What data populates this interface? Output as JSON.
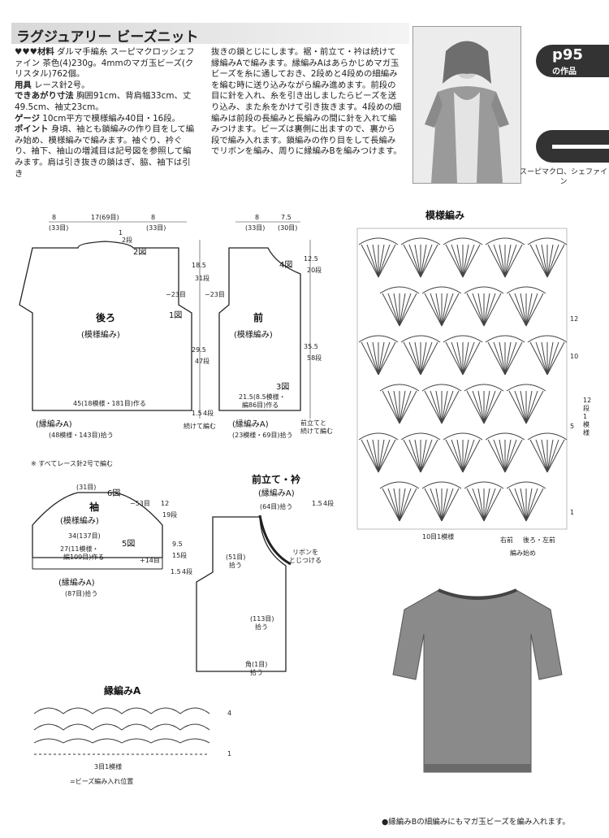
{
  "header": {
    "title": "ラグジュアリー ビーズニット"
  },
  "intro_left": [
    {
      "label": "♥♥♥材料",
      "text": "ダルマ手編糸 スーピマクロッシェファイン 茶色(4)230g。4mmのマガ玉ビーズ(クリスタル)762個。"
    },
    {
      "label": "用具",
      "text": "レース針2号。"
    },
    {
      "label": "できあがり寸法",
      "text": "胸囲91cm、背肩幅33cm、丈49.5cm、袖丈23cm。"
    },
    {
      "label": "ゲージ",
      "text": "10cm平方で模様編み40目・16段。"
    },
    {
      "label": "ポイント",
      "text": "身頃、袖とも鎖編みの作り目をして編み始め、模様編みで編みます。袖ぐり、衿ぐり、袖下、袖山の増減目は記号図を参照して編みます。肩は引き抜きの鎖はぎ、脇、袖下は引き"
    }
  ],
  "intro_right": "抜きの鎖とじにします。裾・前立て・衿は続けて縁編みAで編みます。縁編みAはあらかじめマガ玉ビーズを糸に通しておき、2段めと4段めの細編みを編む時に送り込みながら編み進めます。前段の目に針を入れ、糸を引き出しましたらビーズを送り込み、また糸をかけて引き抜きます。4段めの細編みは前段の長編みと長編みの間に針を入れて編みつけます。ビーズは裏側に出ますので、裏から段で編み入れます。鎖編みの作り目をして長編みでリボンを編み、周りに縁編みBを編みつけます。",
  "side_tab": {
    "page": "p95",
    "label": "の作品"
  },
  "yarn_label": "スーピマクロ、シェファイン",
  "back": {
    "title": "後ろ",
    "subtitle": "(模様編み)",
    "fig1": "1図",
    "fig2": "2図",
    "top_left": "8",
    "top_left_sub": "(33目)",
    "top_mid": "17(69目)",
    "top_right": "8",
    "top_right_sub": "(33目)",
    "neck_1": "1",
    "neck_2": "2段",
    "side_23": "−23目",
    "h1": "18.5",
    "h1b": "31段",
    "h2": "29.5",
    "h2b": "47段",
    "h3": "1.5",
    "h3b": "4段",
    "bottom_inner": "45(18模様・181目)作る",
    "edge": "(縁編みA)",
    "bottom": "(48模様・143目)拾う",
    "join": "続けて編む"
  },
  "front": {
    "title": "前",
    "subtitle": "(模様編み)",
    "fig3": "3図",
    "fig4": "4図",
    "top_left": "8",
    "top_left_sub": "(33目)",
    "top_right": "7.5",
    "top_right_sub": "(30目)",
    "side_23": "−23目",
    "h1": "12.5",
    "h1b": "20段",
    "h2": "35.5",
    "h2b": "58段",
    "bottom_inner_a": "21.5(8.5模様・",
    "bottom_inner_b": "編86目)作る",
    "edge": "(縁編みA)",
    "bottom": "(23模様・69目)拾う",
    "join_a": "前立てと",
    "join_b": "続けて編む"
  },
  "all_note": "※ すべてレース針2号で編む",
  "sleeve": {
    "title": "袖",
    "subtitle": "(模様編み)",
    "fig5": "5図",
    "fig6": "6図",
    "top": "(31目)",
    "minus53": "−53目",
    "mid": "34(137目)",
    "inner_a": "27(11模様・",
    "inner_b": "編109目)作る",
    "h1": "12",
    "h1b": "19段",
    "h2": "9.5",
    "h2b": "15段",
    "h3": "1.5",
    "h3b": "4段",
    "plus14": "+14目",
    "edge": "(縁編みA)",
    "bottom": "(87目)拾う"
  },
  "placket": {
    "title": "前立て・衿",
    "subtitle": "(縁編みA)",
    "top": "(64目)拾う",
    "h": "1.5",
    "hb": "4段",
    "a": "(51目)",
    "a2": "拾う",
    "ribbon_a": "リボンを",
    "ribbon_b": "とじつける",
    "b": "(113目)",
    "b2": "拾う",
    "c": "角(1目)",
    "c2": "拾う"
  },
  "pattern": {
    "title": "模様編み",
    "repeat": "10目1模様",
    "rows": [
      "12",
      "10",
      "5",
      "1"
    ],
    "row_note": [
      "12",
      "段",
      "1",
      "模",
      "様"
    ],
    "bottom_a": "右前",
    "bottom_b": "後ろ・左前",
    "start": "編み始め"
  },
  "edging": {
    "title": "縁編みA",
    "rows": [
      "4",
      "1"
    ],
    "repeat": "3目1模様",
    "bead_note": "=ビーズ編み入れ位置"
  },
  "footnote": "●縁編みBの細編みにもマガ玉ビーズを編み入れます。"
}
